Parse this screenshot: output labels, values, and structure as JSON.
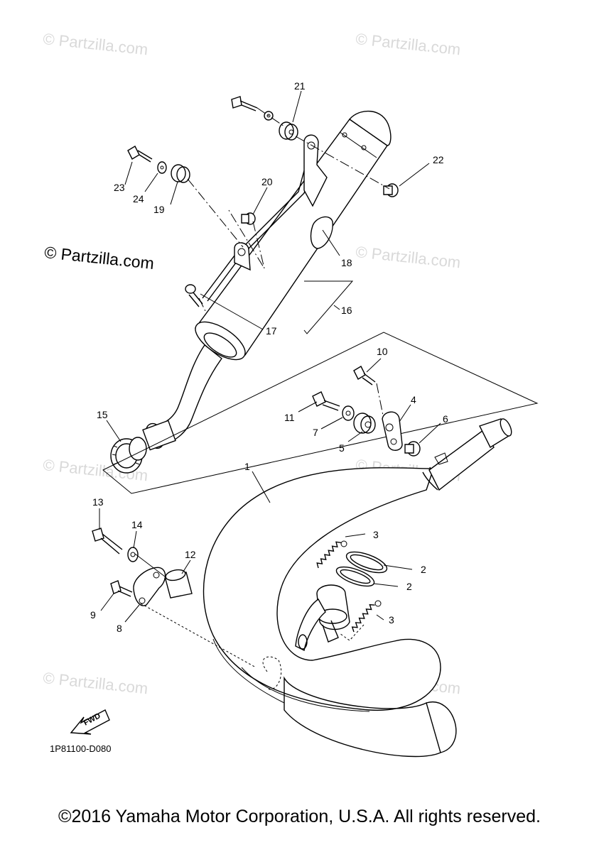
{
  "watermarks": {
    "small": "© Partzilla.com",
    "main": "© Partzilla.com"
  },
  "callouts": {
    "c1": "1",
    "c2a": "2",
    "c2b": "2",
    "c3a": "3",
    "c3b": "3",
    "c4": "4",
    "c5": "5",
    "c6": "6",
    "c7": "7",
    "c8": "8",
    "c9": "9",
    "c10": "10",
    "c11": "11",
    "c12": "12",
    "c13": "13",
    "c14": "14",
    "c15": "15",
    "c16": "16",
    "c17": "17",
    "c18": "18",
    "c19": "19",
    "c20": "20",
    "c21": "21",
    "c22": "22",
    "c23": "23",
    "c24": "24"
  },
  "fwd_label": "FWD",
  "diagram_ref": "1P81100-D080",
  "copyright": "©2016 Yamaha Motor Corporation, U.S.A. All rights reserved."
}
